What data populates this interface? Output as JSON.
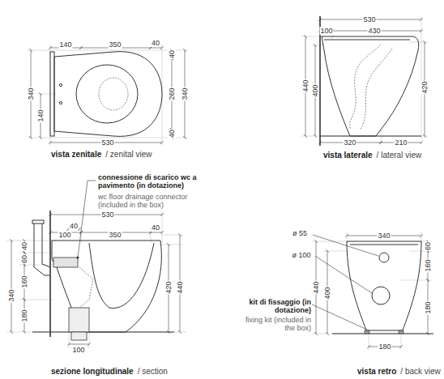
{
  "diagram": {
    "labels": [
      "140",
      "350",
      "40",
      "340",
      "140",
      "40",
      "260",
      "340",
      "40",
      "530",
      "vista zenitale",
      "/ zenital view",
      "100",
      "430",
      "530",
      "440",
      "400",
      "420",
      "320",
      "210",
      "vista laterale",
      "/ lateral view",
      "connessione di scarico wc a pavimento (in dotazione)",
      "wc floor drainage connector (included in the box)",
      "530",
      "100",
      "40",
      "350",
      "40",
      "40",
      "60",
      "160",
      "180",
      "340",
      "420",
      "440",
      "100",
      "sezione longitudinale",
      "/ section",
      "ø 55",
      "340",
      "ø 100",
      "kit di fissaggio (in dotazione)",
      "fixing kit (included in the box)",
      "440",
      "400",
      "60",
      "160",
      "180",
      "180",
      "vista retro",
      "/ back view"
    ]
  }
}
